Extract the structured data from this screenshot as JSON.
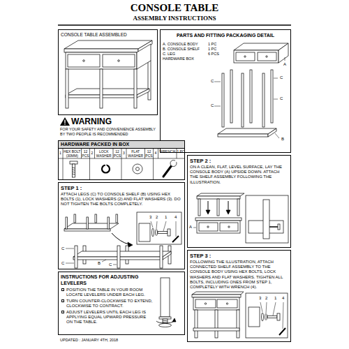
{
  "diagram": {
    "title": "CONSOLE TABLE",
    "nodes": [
      {
        "text": [
          "CONSOLE TABLE ASSEMBLED"
        ]
      },
      {
        "text": [
          "PARTS AND FITTING PACKAGING DETAIL"
        ]
      },
      {
        "text": [
          "HARDWARE PACKED IN BOX"
        ]
      },
      {
        "text": [
          "STEP 1 :",
          "ATTACH LEGS (C) TO CONSOLE SHELF (B) USING HEX BOLTS (1), LOCK WASHERS (2) AND FLAT WASHERS (3). DO NOT TIGHTEN THE BOLTS COMPLETELY."
        ]
      },
      {
        "text": [
          "STEP 2 :",
          "ON A CLEAN, FLAT, LEVEL SURFACE, LAY THE CONSOLE BODY (A) UPSIDE DOWN. ATTACH THE SHELF ASSEMBLY FOLLOWING THE ILLUSTRATION."
        ]
      },
      {
        "text": [
          "STEP 3 :",
          "FOLLOWING THE ILLUSTRATION, ATTACH CONNECTED SHELF ASSEMBLY TO THE CONSOLE BODY USING HEX BOLTS, LOCK WASHERS AND FLAT WASHERS. TIGHTEN ALL BOLTS, INCLUDING ONES FROM STEP 1, COMPLETELY WITH WRENCH (4)."
        ]
      },
      {
        "text": [
          "INSTRUCTIONS FOR ADJUSTING LEVELERS",
          "POSITION THE TABLE IN YOUR ROOM LOCATE LEVELERS UNDER EACH LEG.",
          "TURN COUNTER-CLOCKWISE TO EXTEND, CLOCKWISE TO CONTRACT.",
          "ADJUST LEVELERS UNTIL EACH LEG IS APPLYING EQUAL UPWARD PRESSURE ON THE TABLE."
        ]
      }
    ],
    "labels": [
      "ASSEMBLY INSTRUCTIONS",
      "WARNING",
      "FOR YOUR SAFETY AND CONVENIENCE ASSEMBLY BY TWO PEOPLE IS RECOMMENDED",
      "A. CONSOLE BODY",
      "1 PC",
      "B. CONSOLE SHELF",
      "1 PC",
      "C. LEG",
      "6 PCS",
      "HARDWARE BOX",
      "A",
      "C",
      "C",
      "C",
      "C",
      "B",
      "1",
      "HEX BOLT (30MM)",
      "12 PCS",
      "2",
      "LOCK WASHER",
      "12 PCS",
      "3",
      "FLAT WASHER",
      "12 PCS",
      "4",
      "WRENCH",
      "1 PC",
      "4",
      "1",
      "2",
      "3",
      "C",
      "C",
      "B",
      "C",
      "A",
      "1",
      "2",
      "3",
      "4",
      "UPDATED : JANUARY 4TH, 2018"
    ]
  }
}
